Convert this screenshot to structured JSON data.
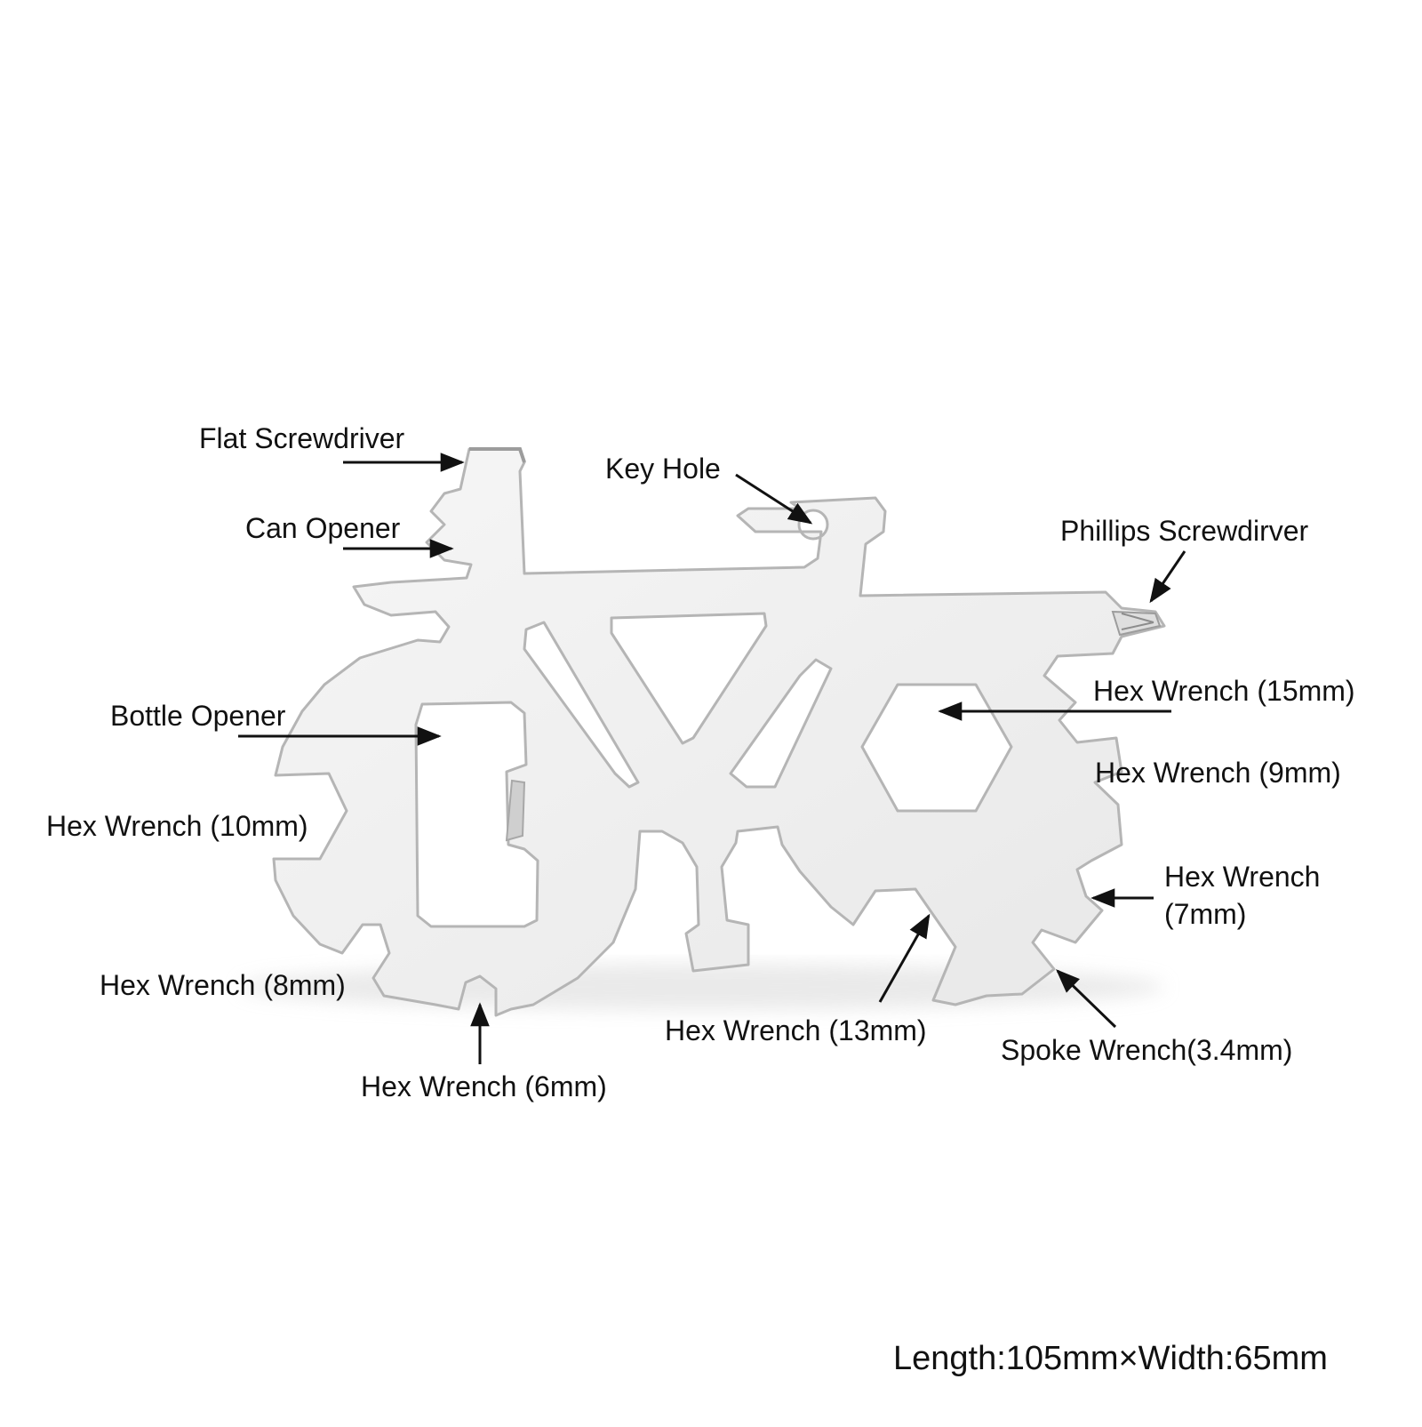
{
  "labels": {
    "flat_screwdriver": "Flat Screwdriver",
    "can_opener": "Can Opener",
    "key_hole": "Key Hole",
    "phillips_screwdriver": "Phillips Screwdirver",
    "bottle_opener": "Bottle Opener",
    "hex_15": "Hex Wrench  (15mm)",
    "hex_9": "Hex Wrench  (9mm)",
    "hex_10": "Hex Wrench (10mm)",
    "hex_7_line1": "Hex Wrench",
    "hex_7_line2": "(7mm)",
    "hex_8": "Hex Wrench (8mm)",
    "hex_13": "Hex Wrench (13mm)",
    "spoke": "Spoke Wrench(3.4mm)",
    "hex_6": "Hex Wrench (6mm)"
  },
  "dimensions": "Length:105mm×Width:65mm",
  "colors": {
    "steel": "#efefef",
    "steel_edge": "#b5b5b5",
    "text": "#111111",
    "arrow": "#111111"
  }
}
